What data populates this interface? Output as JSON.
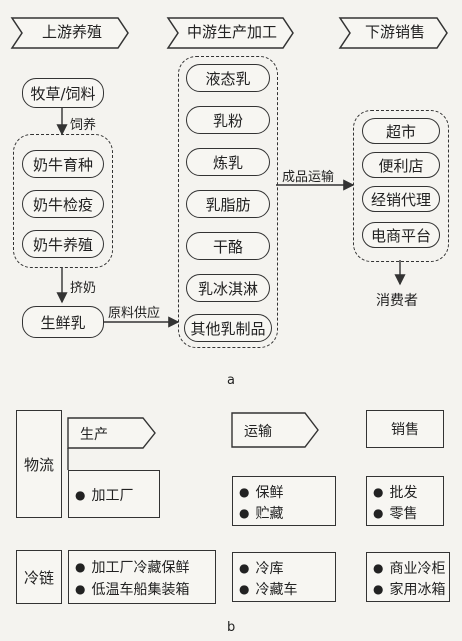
{
  "part_a": {
    "stages": [
      "上游养殖",
      "中游生产加工",
      "下游销售"
    ],
    "upstream": {
      "feed": "牧草/饲料",
      "feed_edge": "饲养",
      "cow_group": [
        "奶牛育种",
        "奶牛检疫",
        "奶牛养殖"
      ],
      "milk_edge": "挤奶",
      "raw_milk": "生鲜乳",
      "supply_edge": "原料供应"
    },
    "midstream": [
      "液态乳",
      "乳粉",
      "炼乳",
      "乳脂肪",
      "干酪",
      "乳冰淇淋",
      "其他乳制品"
    ],
    "transport_edge": "成品运输",
    "downstream": [
      "超市",
      "便利店",
      "经销代理",
      "电商平台"
    ],
    "consumer": "消费者",
    "caption": "a"
  },
  "part_b": {
    "row_logistics": "物流",
    "row_cold_chain": "冷链",
    "production": "生产",
    "transport": "运输",
    "sales": "销售",
    "logistics_items": {
      "col1": [
        "加工厂"
      ],
      "col2": [
        "保鲜",
        "贮藏"
      ],
      "col3": [
        "批发",
        "零售"
      ]
    },
    "cold_chain_items": {
      "col1": [
        "加工厂冷藏保鲜",
        "低温车船集装箱"
      ],
      "col2": [
        "冷库",
        "冷藏车"
      ],
      "col3": [
        "商业冷柜",
        "家用冰箱"
      ]
    },
    "caption": "b"
  }
}
